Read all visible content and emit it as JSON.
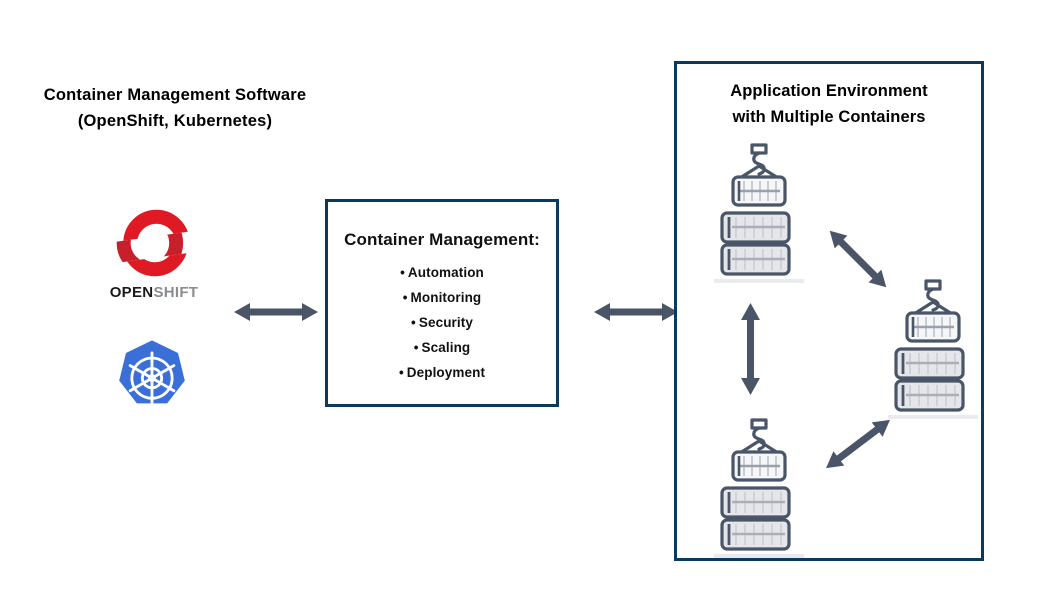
{
  "diagram": {
    "title": "Container Management Software Diagram",
    "background_color": "#ffffff",
    "accent_border_color": "#0b3a60",
    "arrow_color": "#4a5568"
  },
  "left": {
    "heading_line1": "Container Management Software",
    "heading_line2": "(OpenShift, Kubernetes)",
    "logos": [
      {
        "id": "openshift",
        "name": "OpenShift",
        "wordmark_bold": "OPEN",
        "wordmark_light": "SHIFT",
        "mark_color": "#e01a24",
        "wordmark_bold_color": "#1a1a1a",
        "wordmark_light_color": "#8a8d90"
      },
      {
        "id": "kubernetes",
        "name": "Kubernetes",
        "mark_color": "#3a6fd8",
        "helm_color": "#ffffff"
      }
    ]
  },
  "center": {
    "title": "Container Management:",
    "border_color": "#0b3a60",
    "bullet_char": "•",
    "items": [
      {
        "label": "Automation"
      },
      {
        "label": "Monitoring"
      },
      {
        "label": "Security"
      },
      {
        "label": "Scaling"
      },
      {
        "label": "Deployment"
      }
    ]
  },
  "right": {
    "title_line1": "Application Environment",
    "title_line2": "with Multiple Containers",
    "border_color": "#0b3a60",
    "container_groups": [
      {
        "id": "top-left",
        "label": "Container stack top left",
        "lifted_containers": 1,
        "stacked_containers": 2
      },
      {
        "id": "right",
        "label": "Container stack right",
        "lifted_containers": 1,
        "stacked_containers": 2
      },
      {
        "id": "bottom-left",
        "label": "Container stack bottom left",
        "lifted_containers": 1,
        "stacked_containers": 2
      }
    ],
    "internal_arrows": [
      {
        "id": "diag-upper",
        "direction": "diagonal-up-left-down-right"
      },
      {
        "id": "vertical",
        "direction": "vertical-both"
      },
      {
        "id": "diag-lower",
        "direction": "diagonal-up-right-down-left"
      }
    ]
  },
  "connectors": [
    {
      "id": "left-connector",
      "direction": "bidirectional-horizontal",
      "from": "Container Management Software",
      "to": "Container Management:"
    },
    {
      "id": "right-connector",
      "direction": "bidirectional-horizontal",
      "from": "Container Management:",
      "to": "Application Environment with Multiple Containers"
    }
  ]
}
